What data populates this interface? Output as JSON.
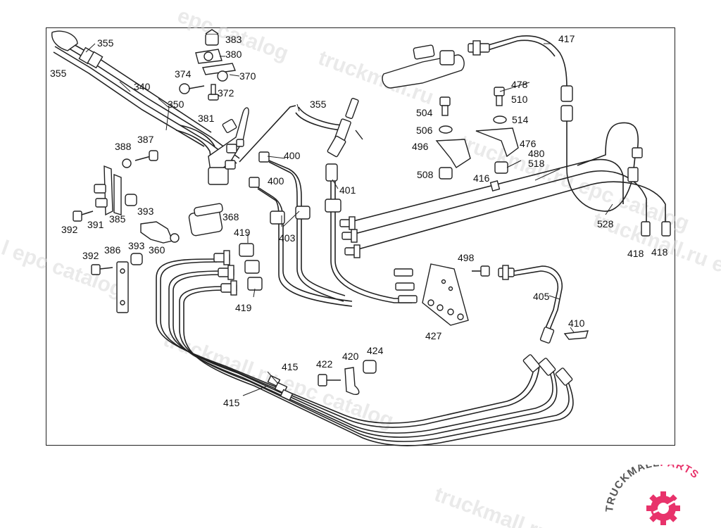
{
  "diagram": {
    "labels": {
      "l355a": "355",
      "l355b": "355",
      "l355c": "355",
      "l340": "340",
      "l350": "350",
      "l374": "374",
      "l372": "372",
      "l383": "383",
      "l380": "380",
      "l370": "370",
      "l381": "381",
      "l388": "388",
      "l387": "387",
      "l385": "385",
      "l393a": "393",
      "l392a": "392",
      "l391": "391",
      "l368": "368",
      "l360": "360",
      "l386": "386",
      "l393b": "393",
      "l392b": "392",
      "l419a": "419",
      "l419b": "419",
      "l400a": "400",
      "l400b": "400",
      "l403": "403",
      "l401": "401",
      "l417": "417",
      "l478": "478",
      "l510": "510",
      "l504": "504",
      "l514": "514",
      "l506": "506",
      "l476": "476",
      "l496": "496",
      "l480": "480",
      "l518": "518",
      "l508": "508",
      "l416": "416",
      "l528": "528",
      "l418a": "418",
      "l418b": "418",
      "l498": "498",
      "l427": "427",
      "l405": "405",
      "l410": "410",
      "l415a": "415",
      "l415b": "415",
      "l422": "422",
      "l420": "420",
      "l424": "424"
    },
    "watermarks": [
      "epc catalog",
      "truckmall.ru",
      "truckmall.ru epc catalog",
      "truckmall.ru e",
      "l epc catalog",
      "truckmall.ru epc catalog",
      "truckmall.ru"
    ]
  },
  "logo": {
    "text_main": "TRUCKMALL",
    "text_accent": "PARTS",
    "accent_color": "#e8336b",
    "dark_color": "#555555"
  }
}
